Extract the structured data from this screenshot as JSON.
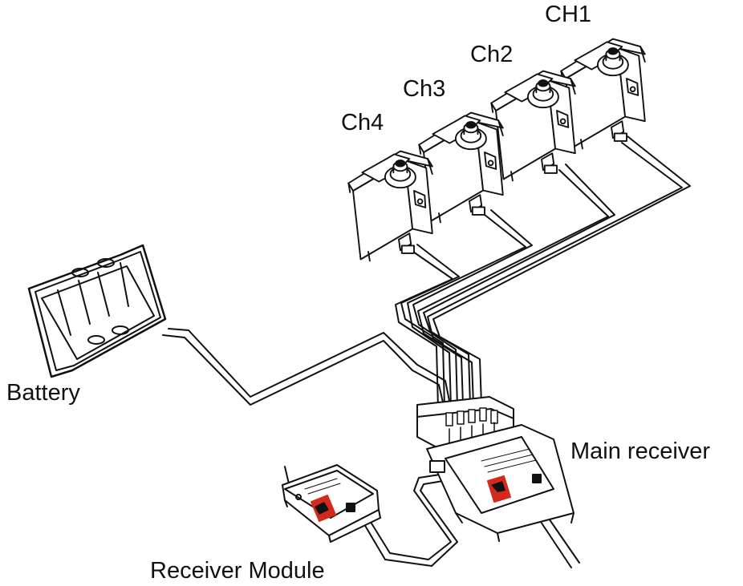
{
  "labels": {
    "ch1": "CH1",
    "ch2": "Ch2",
    "ch3": "Ch3",
    "ch4": "Ch4",
    "battery": "Battery",
    "main_receiver": "Main receiver",
    "receiver_module": "Receiver Module"
  },
  "colors": {
    "line": "#111111",
    "logo_red": "#d42a1e",
    "background": "#ffffff"
  },
  "icons": [
    "servo-icon",
    "battery-pack-icon",
    "receiver-icon",
    "receiver-module-icon"
  ]
}
